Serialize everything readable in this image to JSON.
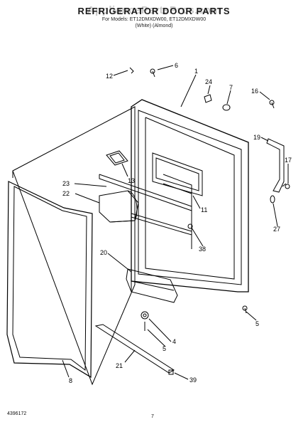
{
  "header": {
    "title": "REFRIGERATOR DOOR PARTS",
    "models_line": "For Models: ET12DMXDW00, ET12DMXDW00",
    "suffix_line": "(White)          (Almond)",
    "watermark": "AppliancePartsPros.com"
  },
  "footer": {
    "part_number": "4396172",
    "page_number": "7"
  },
  "callouts": [
    "12",
    "6",
    "1",
    "24",
    "7",
    "16",
    "19",
    "17",
    "27",
    "13",
    "23",
    "22",
    "11",
    "38",
    "20",
    "5",
    "4",
    "5",
    "21",
    "8",
    "39"
  ]
}
